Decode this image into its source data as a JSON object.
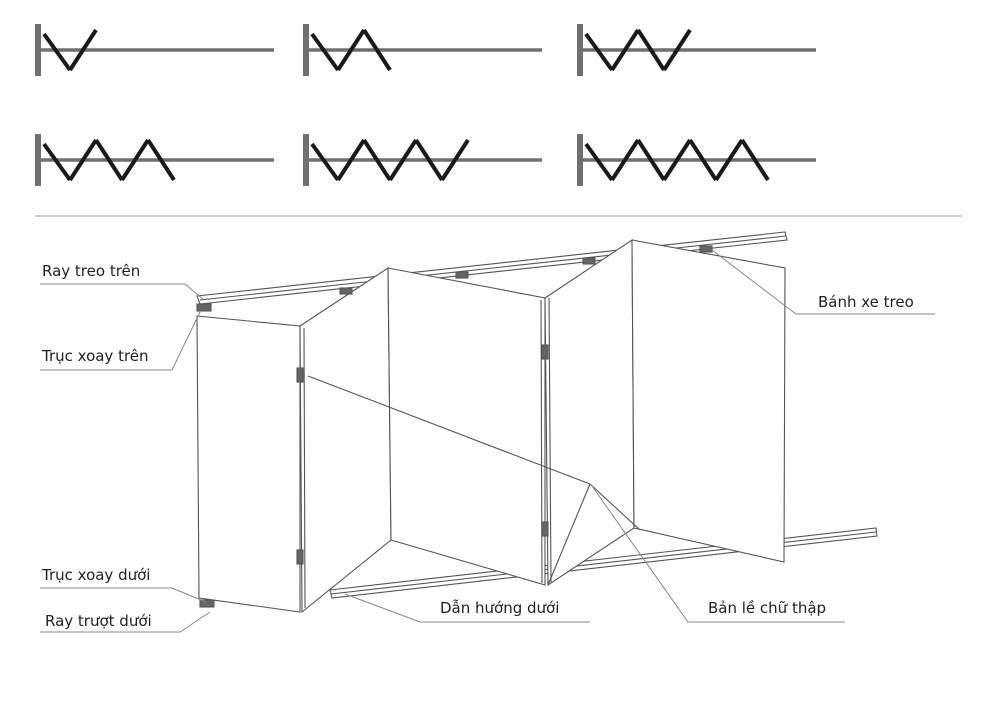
{
  "labels": {
    "ray_treo_tren": "Ray treo trên",
    "truc_xoay_tren": "Trục xoay trên",
    "truc_xoay_duoi": "Trục xoay dưới",
    "ray_truot_duoi": "Ray trượt dưới",
    "dan_huong_duoi": "Dẫn hướng dưới",
    "ban_le_chu_thap": "Bản lề chữ thập",
    "banh_xe_treo": "Bánh xe treo"
  },
  "configurations": [
    {
      "panels": 2
    },
    {
      "panels": 3
    },
    {
      "panels": 4
    },
    {
      "panels": 5
    },
    {
      "panels": 6
    },
    {
      "panels": 7
    }
  ],
  "colors": {
    "rail": "#707070",
    "panel_line": "#1a1a1a",
    "drawing_line": "#555555",
    "leader": "#888888",
    "divider": "#bdbdbd"
  }
}
